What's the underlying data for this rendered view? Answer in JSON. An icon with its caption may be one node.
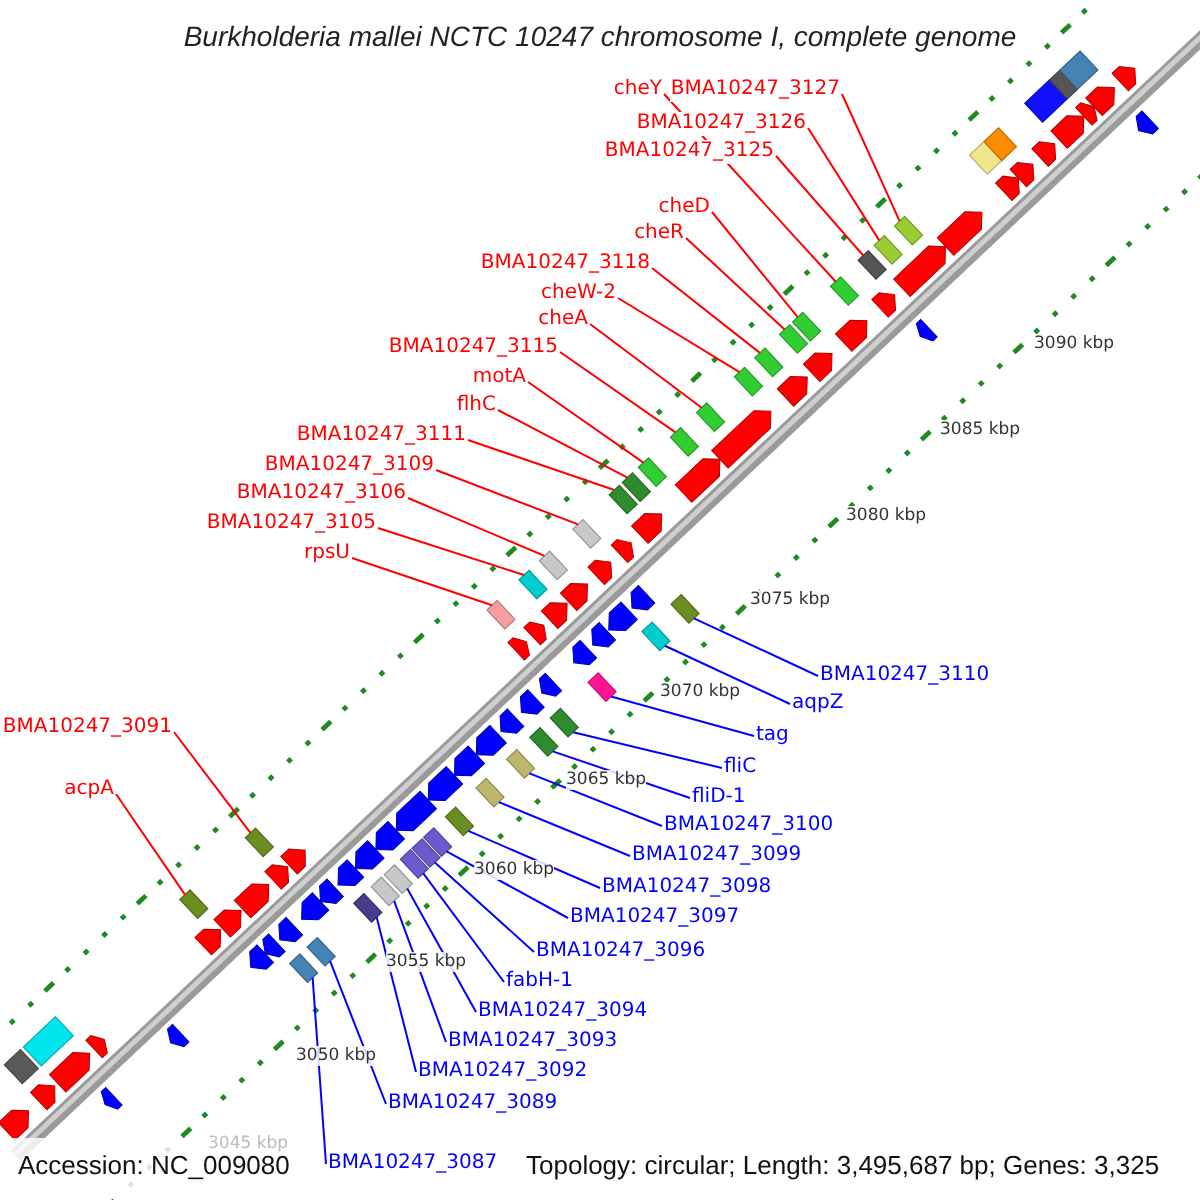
{
  "diagram": {
    "title": "Burkholderia mallei NCTC 10247 chromosome I, complete genome",
    "nodes": [
      {
        "text": [
          "cheY"
        ]
      },
      {
        "text": [
          "BMA10247_3127"
        ]
      },
      {
        "text": [
          "BMA10247_3126"
        ]
      },
      {
        "text": [
          "BMA10247_3125"
        ]
      },
      {
        "text": [
          "cheD"
        ]
      },
      {
        "text": [
          "cheR"
        ]
      },
      {
        "text": [
          "BMA10247_3118"
        ]
      },
      {
        "text": [
          "cheW-2"
        ]
      },
      {
        "text": [
          "cheA"
        ]
      },
      {
        "text": [
          "BMA10247_3115"
        ]
      },
      {
        "text": [
          "motA"
        ]
      },
      {
        "text": [
          "flhC"
        ]
      },
      {
        "text": [
          "BMA10247_3111"
        ]
      },
      {
        "text": [
          "BMA10247_3109"
        ]
      },
      {
        "text": [
          "BMA10247_3106"
        ]
      },
      {
        "text": [
          "BMA10247_3105"
        ]
      },
      {
        "text": [
          "rpsU"
        ]
      },
      {
        "text": [
          "BMA10247_3091"
        ]
      },
      {
        "text": [
          "acpA"
        ]
      },
      {
        "text": [
          "BMA10247_3110"
        ]
      },
      {
        "text": [
          "aqpZ"
        ]
      },
      {
        "text": [
          "tag"
        ]
      },
      {
        "text": [
          "fliC"
        ]
      },
      {
        "text": [
          "fliD-1"
        ]
      },
      {
        "text": [
          "BMA10247_3100"
        ]
      },
      {
        "text": [
          "BMA10247_3099"
        ]
      },
      {
        "text": [
          "BMA10247_3098"
        ]
      },
      {
        "text": [
          "BMA10247_3097"
        ]
      },
      {
        "text": [
          "BMA10247_3096"
        ]
      },
      {
        "text": [
          "fabH-1"
        ]
      },
      {
        "text": [
          "BMA10247_3094"
        ]
      },
      {
        "text": [
          "BMA10247_3093"
        ]
      },
      {
        "text": [
          "BMA10247_3092"
        ]
      },
      {
        "text": [
          "BMA10247_3089"
        ]
      },
      {
        "text": [
          "BMA10247_3087"
        ]
      },
      {
        "text": [],
        "shape": "box"
      },
      {
        "text": [],
        "shape": "box"
      },
      {
        "text": [],
        "shape": "box"
      },
      {
        "text": [],
        "shape": "box"
      },
      {
        "text": [],
        "shape": "box"
      },
      {
        "text": [],
        "shape": "box"
      },
      {
        "text": [],
        "shape": "box"
      },
      {
        "text": [],
        "shape": "box"
      },
      {
        "text": [],
        "shape": "box"
      },
      {
        "text": [],
        "shape": "box"
      },
      {
        "text": [],
        "shape": "box"
      },
      {
        "text": [],
        "shape": "box"
      },
      {
        "text": [],
        "shape": "box"
      },
      {
        "text": [],
        "shape": "box"
      },
      {
        "text": [],
        "shape": "box"
      },
      {
        "text": [],
        "shape": "box"
      },
      {
        "text": [],
        "shape": "box"
      },
      {
        "text": [],
        "shape": "box"
      },
      {
        "text": [],
        "shape": "box"
      },
      {
        "text": [],
        "shape": "box"
      },
      {
        "text": [],
        "shape": "box"
      },
      {
        "text": [],
        "shape": "box"
      },
      {
        "text": [],
        "shape": "box"
      },
      {
        "text": [],
        "shape": "box"
      },
      {
        "text": [],
        "shape": "box"
      },
      {
        "text": [],
        "shape": "box"
      },
      {
        "text": [],
        "shape": "box"
      },
      {
        "text": [],
        "shape": "box"
      },
      {
        "text": [],
        "shape": "box"
      },
      {
        "text": [],
        "shape": "box"
      },
      {
        "text": [],
        "shape": "box"
      },
      {
        "text": [],
        "shape": "box"
      },
      {
        "text": [],
        "shape": "box"
      },
      {
        "text": [],
        "shape": "box"
      },
      {
        "text": [],
        "shape": "box"
      },
      {
        "text": [],
        "shape": "box"
      },
      {
        "text": [],
        "shape": "box"
      },
      {
        "text": [],
        "shape": "box"
      },
      {
        "text": [],
        "shape": "box"
      },
      {
        "text": [],
        "shape": "box"
      },
      {
        "text": [],
        "shape": "box"
      },
      {
        "text": [],
        "shape": "box"
      }
    ],
    "edges": [
      {
        "from": 0,
        "to": 35,
        "arrow": "none"
      },
      {
        "from": 1,
        "to": 36,
        "arrow": "none"
      },
      {
        "from": 2,
        "to": 37,
        "arrow": "none"
      },
      {
        "from": 3,
        "to": 38,
        "arrow": "none"
      },
      {
        "from": 4,
        "to": 39,
        "arrow": "none"
      },
      {
        "from": 5,
        "to": 40,
        "arrow": "none"
      },
      {
        "from": 6,
        "to": 41,
        "arrow": "none"
      },
      {
        "from": 7,
        "to": 42,
        "arrow": "none"
      },
      {
        "from": 8,
        "to": 43,
        "arrow": "none"
      },
      {
        "from": 9,
        "to": 44,
        "arrow": "none"
      },
      {
        "from": 10,
        "to": 45,
        "arrow": "none"
      },
      {
        "from": 11,
        "to": 46,
        "arrow": "none"
      },
      {
        "from": 12,
        "to": 47,
        "arrow": "none"
      },
      {
        "from": 13,
        "to": 48,
        "arrow": "none"
      },
      {
        "from": 14,
        "to": 49,
        "arrow": "none"
      },
      {
        "from": 15,
        "to": 50,
        "arrow": "none"
      },
      {
        "from": 16,
        "to": 51,
        "arrow": "none"
      },
      {
        "from": 17,
        "to": 52,
        "arrow": "none"
      },
      {
        "from": 18,
        "to": 53,
        "arrow": "none"
      },
      {
        "from": 19,
        "to": 54,
        "arrow": "none",
        "color": "#0000ff"
      },
      {
        "from": 20,
        "to": 55,
        "arrow": "none",
        "color": "#0000ff"
      },
      {
        "from": 21,
        "to": 56,
        "arrow": "none",
        "color": "#0000ff"
      },
      {
        "from": 22,
        "to": 57,
        "arrow": "none",
        "color": "#0000ff"
      },
      {
        "from": 23,
        "to": 58,
        "arrow": "none",
        "color": "#0000ff"
      },
      {
        "from": 24,
        "to": 59,
        "arrow": "none",
        "color": "#0000ff"
      },
      {
        "from": 25,
        "to": 60,
        "arrow": "none",
        "color": "#0000ff"
      },
      {
        "from": 26,
        "to": 61,
        "arrow": "none",
        "color": "#0000ff"
      },
      {
        "from": 27,
        "to": 62,
        "arrow": "none",
        "color": "#0000ff"
      },
      {
        "from": 28,
        "to": 63,
        "arrow": "none",
        "color": "#0000ff"
      },
      {
        "from": 29,
        "to": 64,
        "arrow": "none",
        "color": "#0000ff"
      },
      {
        "from": 30,
        "to": 65,
        "arrow": "none",
        "color": "#0000ff"
      },
      {
        "from": 31,
        "to": 66,
        "arrow": "none",
        "color": "#0000ff"
      },
      {
        "from": 32,
        "to": 67,
        "arrow": "none",
        "color": "#0000ff"
      },
      {
        "from": 33,
        "to": 68,
        "arrow": "none",
        "color": "#0000ff"
      },
      {
        "from": 34,
        "to": 69,
        "arrow": "none",
        "color": "#0000ff"
      }
    ],
    "labels": [
      "3090 kbp",
      "3085 kbp",
      "3080 kbp",
      "3075 kbp",
      "3070 kbp",
      "3065 kbp",
      "3060 kbp",
      "3055 kbp",
      "3050 kbp",
      "3045 kbp",
      "Accession: NC_009080",
      "Topology: circular; Length: 3,495,687 bp; Genes: 3,325"
    ]
  }
}
